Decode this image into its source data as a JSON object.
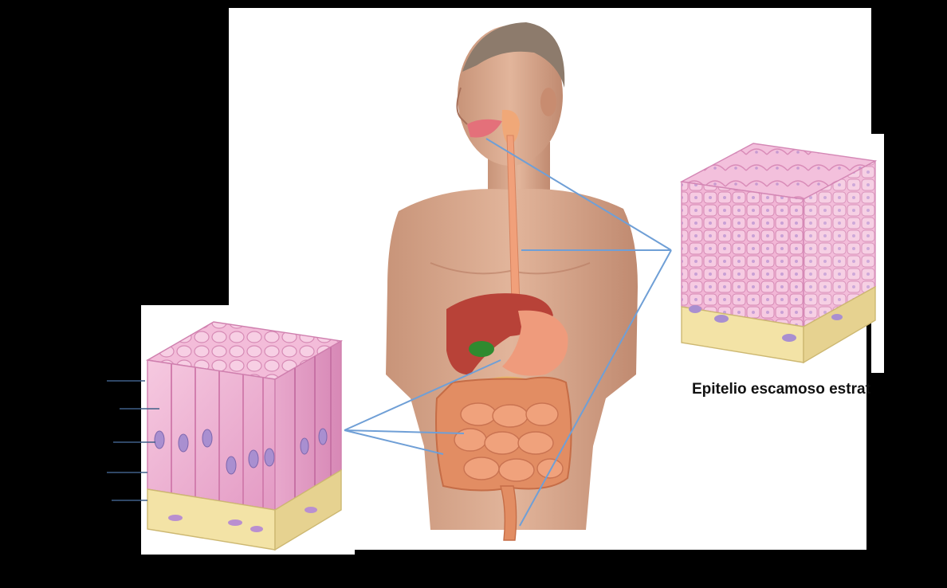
{
  "figure": {
    "caption_right": "Epitelio escamoso estratificado"
  },
  "colors": {
    "background": "#000000",
    "panel": "#ffffff",
    "epithelium": "#f2b8d6",
    "epithelium_dark": "#d987b5",
    "nucleus": "#a98fd0",
    "connective_tissue": "#f3e3a6",
    "skin": "#d9a88e",
    "organ_red": "#c24a3c",
    "intestine": "#e3946a",
    "pointer_line": "#6f9fd6"
  },
  "icons": {
    "body": "human-torso-illustration",
    "left_block": "simple-columnar-epithelium-block",
    "right_block": "stratified-squamous-epithelium-block"
  }
}
